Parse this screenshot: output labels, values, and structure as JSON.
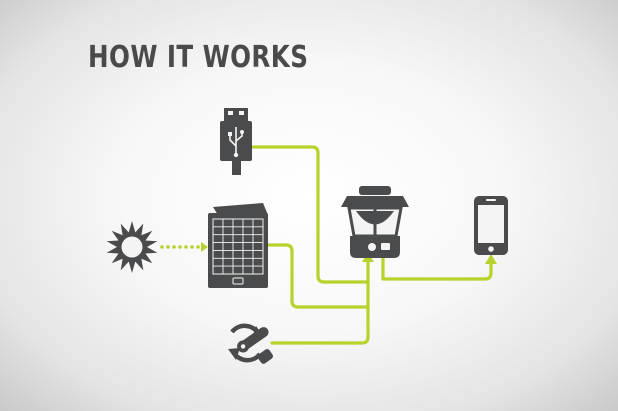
{
  "title": "HOW IT WORKS",
  "colors": {
    "connector": "#b7d22a",
    "icon": "#4a4b4d",
    "background": "#f4f4f4"
  },
  "inputs": [
    {
      "id": "usb",
      "icon": "usb-plug-icon"
    },
    {
      "id": "sun",
      "icon": "sun-icon"
    },
    {
      "id": "solar",
      "icon": "solar-panel-icon"
    },
    {
      "id": "crank",
      "icon": "hand-crank-icon"
    }
  ],
  "hub": {
    "id": "lantern",
    "icon": "lantern-icon"
  },
  "outputs": [
    {
      "id": "phone",
      "icon": "smartphone-icon"
    }
  ]
}
